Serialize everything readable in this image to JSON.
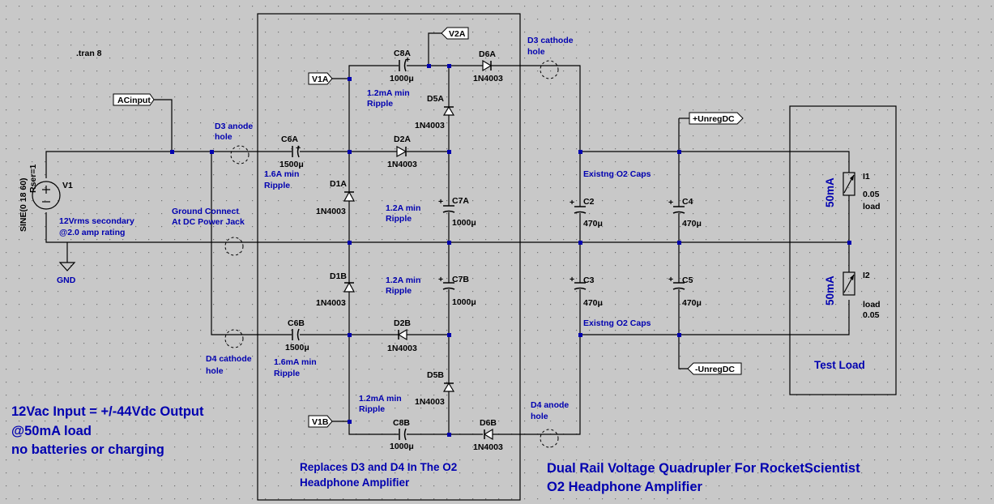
{
  "directive": ".tran 8",
  "source": {
    "name": "V1",
    "spec": "SINE(0 18 60)",
    "rser": "Rser=1",
    "note1": "12Vrms secondary",
    "note2": "@2.0 amp rating"
  },
  "gnd": "GND",
  "flags": {
    "acinput": "ACinput",
    "v1a": "V1A",
    "v2a": "V2A",
    "v1b": "V1B",
    "unreg_pos": "+UnregDC",
    "unreg_neg": "-UnregDC"
  },
  "capacitors": {
    "c6a": {
      "name": "C6A",
      "value": "1500μ"
    },
    "c8a": {
      "name": "C8A",
      "value": "1000μ"
    },
    "c7a": {
      "name": "C7A",
      "value": "1000μ"
    },
    "c7b": {
      "name": "C7B",
      "value": "1000μ"
    },
    "c6b": {
      "name": "C6B",
      "value": "1500μ"
    },
    "c8b": {
      "name": "C8B",
      "value": "1000μ"
    },
    "c2": {
      "name": "C2",
      "value": "470μ"
    },
    "c3": {
      "name": "C3",
      "value": "470μ"
    },
    "c4": {
      "name": "C4",
      "value": "470μ"
    },
    "c5": {
      "name": "C5",
      "value": "470μ"
    }
  },
  "diodes": {
    "d6a": {
      "name": "D6A",
      "value": "1N4003"
    },
    "d5a": {
      "name": "D5A",
      "value": "1N4003"
    },
    "d2a": {
      "name": "D2A",
      "value": "1N4003"
    },
    "d1a": {
      "name": "D1A",
      "value": "1N4003"
    },
    "d1b": {
      "name": "D1B",
      "value": "1N4003"
    },
    "d2b": {
      "name": "D2B",
      "value": "1N4003"
    },
    "d5b": {
      "name": "D5B",
      "value": "1N4003"
    },
    "d6b": {
      "name": "D6B",
      "value": "1N4003"
    }
  },
  "sources_current": {
    "i1": {
      "name": "I1",
      "value": "0.05",
      "load": "load",
      "rating": "50mA"
    },
    "i2": {
      "name": "I2",
      "value": "0.05",
      "load": "load",
      "rating": "50mA"
    }
  },
  "annotations": {
    "d3_anode": [
      "D3 anode",
      "hole"
    ],
    "d3_cathode": [
      "D3 cathode",
      "hole"
    ],
    "d4_cathode": [
      "D4 cathode",
      "hole"
    ],
    "d4_anode": [
      "D4 anode",
      "hole"
    ],
    "ground": [
      "Ground Connect",
      "At DC Power Jack"
    ],
    "ripple_c8a": [
      "1.2mA min",
      "Ripple"
    ],
    "ripple_c6a": [
      "1.6A min",
      "Ripple"
    ],
    "ripple_c7a": [
      "1.2A min",
      "Ripple"
    ],
    "ripple_c7b": [
      "1.2A min",
      "Ripple"
    ],
    "ripple_c6b": [
      "1.6mA min",
      "Ripple"
    ],
    "ripple_c8b": [
      "1.2mA min",
      "Ripple"
    ],
    "caps_top": "Existng O2 Caps",
    "caps_bottom": "Existng O2 Caps",
    "test_load": "Test Load",
    "replaces": [
      "Replaces D3 and D4 In The O2",
      "Headphone Amplifier"
    ],
    "summary": [
      "12Vac Input = +/-44Vdc Output",
      "@50mA load",
      "no batteries or charging"
    ],
    "title": [
      "Dual Rail Voltage Quadrupler For RocketScientist",
      "O2 Headphone Amplifier"
    ]
  },
  "colors": {
    "background": "#c8c8c8",
    "text": "#0000b0",
    "wire": "#000000"
  }
}
